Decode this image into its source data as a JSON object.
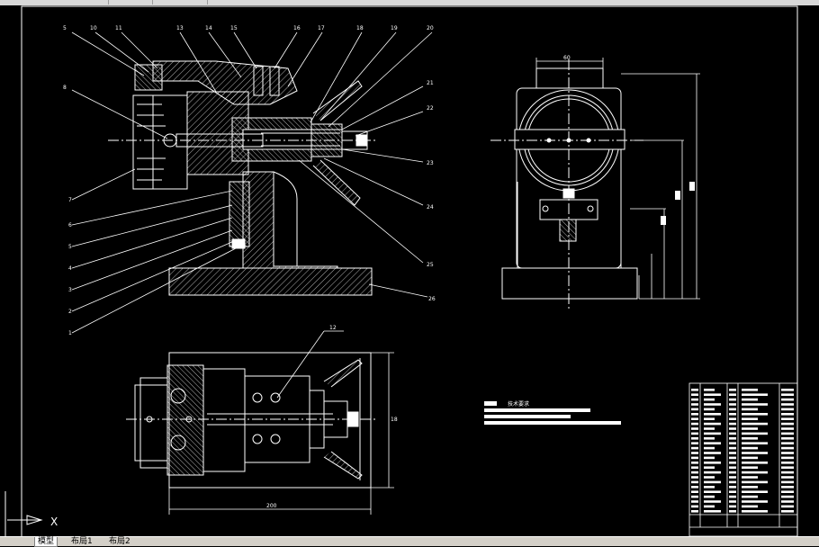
{
  "app": {
    "tabs": [
      {
        "label": "模型"
      },
      {
        "label": "布局1"
      },
      {
        "label": "布局2"
      }
    ],
    "axis_label": "X"
  },
  "drawing": {
    "front_view": {
      "part_numbers_top": [
        "5",
        "10",
        "11",
        "13",
        "14",
        "15",
        "16",
        "17",
        "18",
        "19",
        "20"
      ],
      "part_numbers_right": [
        "21",
        "22",
        "23",
        "24",
        "25",
        "26"
      ],
      "part_numbers_left": [
        "8",
        "7",
        "6",
        "5",
        "4",
        "3",
        "2",
        "1"
      ]
    },
    "side_view": {
      "dim_top": "60"
    },
    "top_view": {
      "callout": "12",
      "dim_bottom": "200",
      "dim_right": "18"
    },
    "notes": {
      "title": "技术要求"
    }
  },
  "colors": {
    "background": "#000000",
    "lines": "#ffffff"
  }
}
